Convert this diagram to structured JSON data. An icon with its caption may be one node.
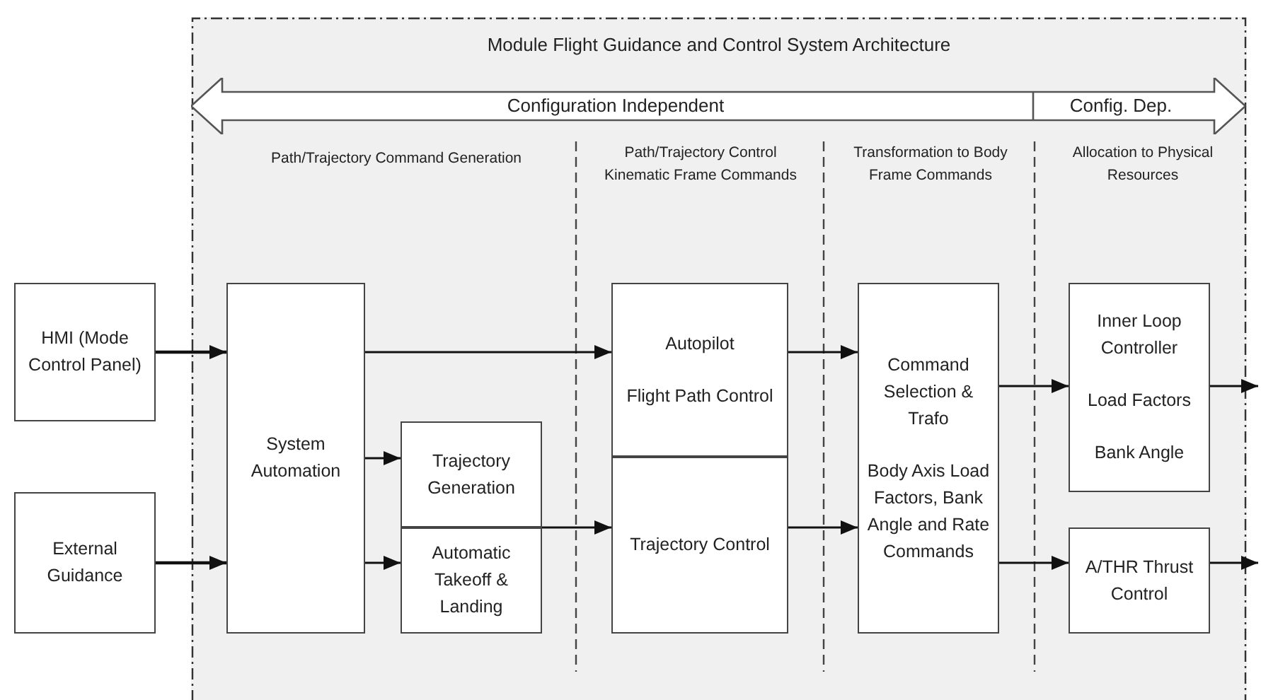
{
  "diagram": {
    "nodes": [
      {
        "text": [
          "Module Flight Guidance and Control System Architecture"
        ]
      },
      {
        "text": [
          "Configuration Independent",
          "Config. Dep."
        ],
        "in": 0
      },
      {
        "text": [
          "HMI (Mode Control Panel)"
        ]
      },
      {
        "text": [
          "External Guidance"
        ]
      },
      {
        "text": [
          "System Automation"
        ],
        "in": 0
      },
      {
        "text": [
          "Trajectory Generation"
        ],
        "in": 0
      },
      {
        "text": [
          "Automatic Takeoff & Landing"
        ],
        "in": 0
      },
      {
        "text": [
          "Autopilot",
          "Flight Path Control"
        ],
        "in": 0
      },
      {
        "text": [
          "Trajectory Control"
        ],
        "in": 0
      },
      {
        "text": [
          "Command Selection & Trafo",
          "Body Axis Load Factors, Bank Angle and Rate Commands"
        ],
        "in": 0
      },
      {
        "text": [
          "Inner Loop Controller",
          "Load Factors",
          "Bank Angle"
        ],
        "in": 0
      },
      {
        "text": [
          "A/THR Thrust Control"
        ],
        "in": 0
      }
    ],
    "edges": [
      {
        "from": 2,
        "to": 4,
        "arrow": "to"
      },
      {
        "from": 3,
        "to": 4,
        "arrow": "to"
      },
      {
        "from": 4,
        "to": 7,
        "arrow": "to"
      },
      {
        "from": 4,
        "to": 5,
        "arrow": "to"
      },
      {
        "from": 4,
        "to": 6,
        "arrow": "to"
      },
      {
        "from": 5,
        "to": 8,
        "arrow": "to"
      },
      {
        "from": 7,
        "to": 9,
        "arrow": "to"
      },
      {
        "from": 8,
        "to": 9,
        "arrow": "to"
      },
      {
        "from": 9,
        "to": 10,
        "arrow": "to"
      },
      {
        "from": 9,
        "to": 11,
        "arrow": "to"
      },
      {
        "from": 10,
        "to": null,
        "arrow": "to"
      },
      {
        "from": 11,
        "to": null,
        "arrow": "to"
      }
    ],
    "labels": [
      "Path/Trajectory Command Generation",
      "Path/Trajectory Control Kinematic Frame Commands",
      "Transformation to Body Frame Commands",
      "Allocation to Physical Resources"
    ]
  }
}
